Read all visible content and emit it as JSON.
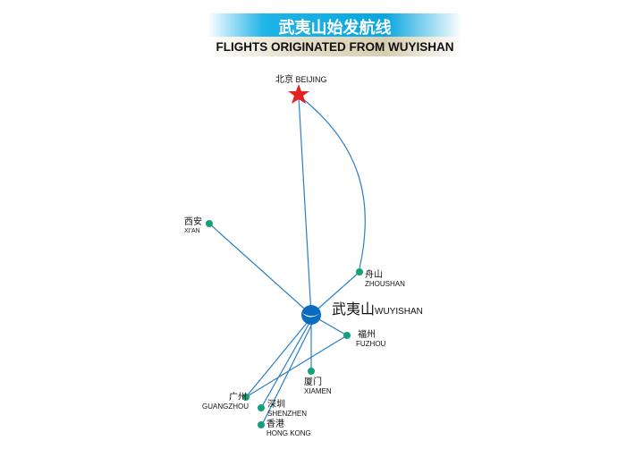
{
  "title_cn": "武夷山始发航线",
  "title_en": "FLIGHTS ORIGINATED FROM WUYISHAN",
  "hub": {
    "cn": "武夷山",
    "en": "WUYISHAN"
  },
  "cities": [
    {
      "cn": "北京",
      "en": "BEIJING"
    },
    {
      "cn": "西安",
      "en": "XI'AN"
    },
    {
      "cn": "舟山",
      "en": "ZHOUSHAN"
    },
    {
      "cn": "福州",
      "en": "FUZHOU"
    },
    {
      "cn": "厦门",
      "en": "XIAMEN"
    },
    {
      "cn": "广州",
      "en": "GUANGZHOU"
    },
    {
      "cn": "深圳",
      "en": "SHENZHEN"
    },
    {
      "cn": "香港",
      "en": "HONG KONG"
    }
  ],
  "colors": {
    "route": "#2a7fc8",
    "city": "#14a078",
    "hub": "#0a6cc0",
    "star": "#e42222"
  }
}
